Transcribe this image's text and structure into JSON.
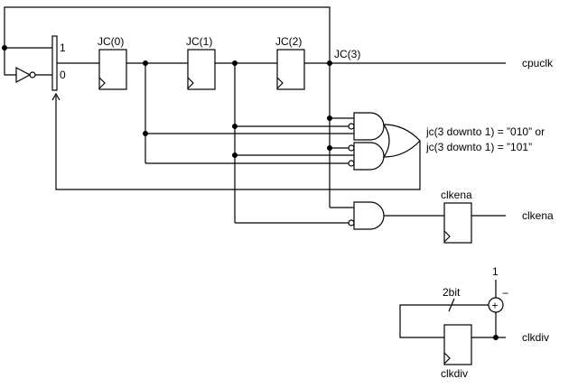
{
  "diagram": {
    "mux": {
      "input_1": "1",
      "input_0": "0"
    },
    "registers": {
      "jc0": "JC(0)",
      "jc1": "JC(1)",
      "jc2": "JC(2)",
      "jc3": "JC(3)",
      "clkena": "clkena",
      "clkdiv": "clkdiv"
    },
    "signals": {
      "cpuclk": "cpuclk",
      "clkena": "clkena",
      "clkdiv": "clkdiv"
    },
    "condition": {
      "line1": "jc(3 downto 1) = ”010” or",
      "line2": "jc(3 downto 1) = ”101”"
    },
    "counter": {
      "width": "2bit",
      "const_value": "1",
      "sign": "−",
      "adder_symbol": "+"
    }
  }
}
